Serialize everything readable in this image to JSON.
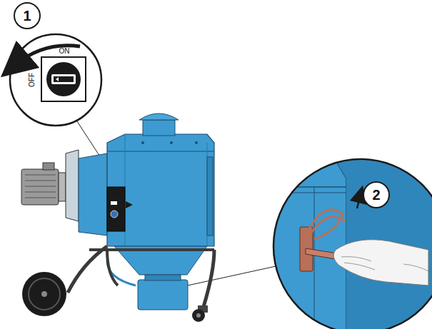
{
  "diagram": {
    "labels": [
      "1",
      "ON",
      "OFF",
      "2"
    ]
  }
}
